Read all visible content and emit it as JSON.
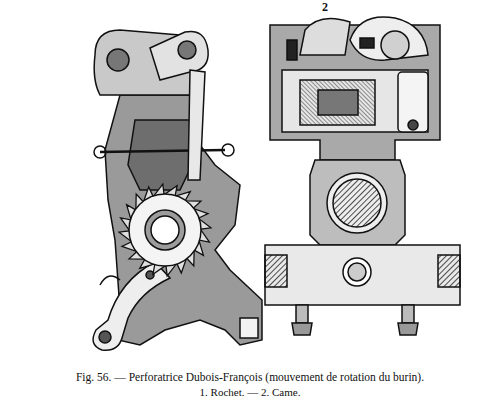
{
  "diagram": {
    "caption": "Fig. 56. — Perforatrice Dubois-François (mouvement de rotation du burin).",
    "labels": [
      "2",
      "1. Rochet. — 2. Came."
    ]
  }
}
